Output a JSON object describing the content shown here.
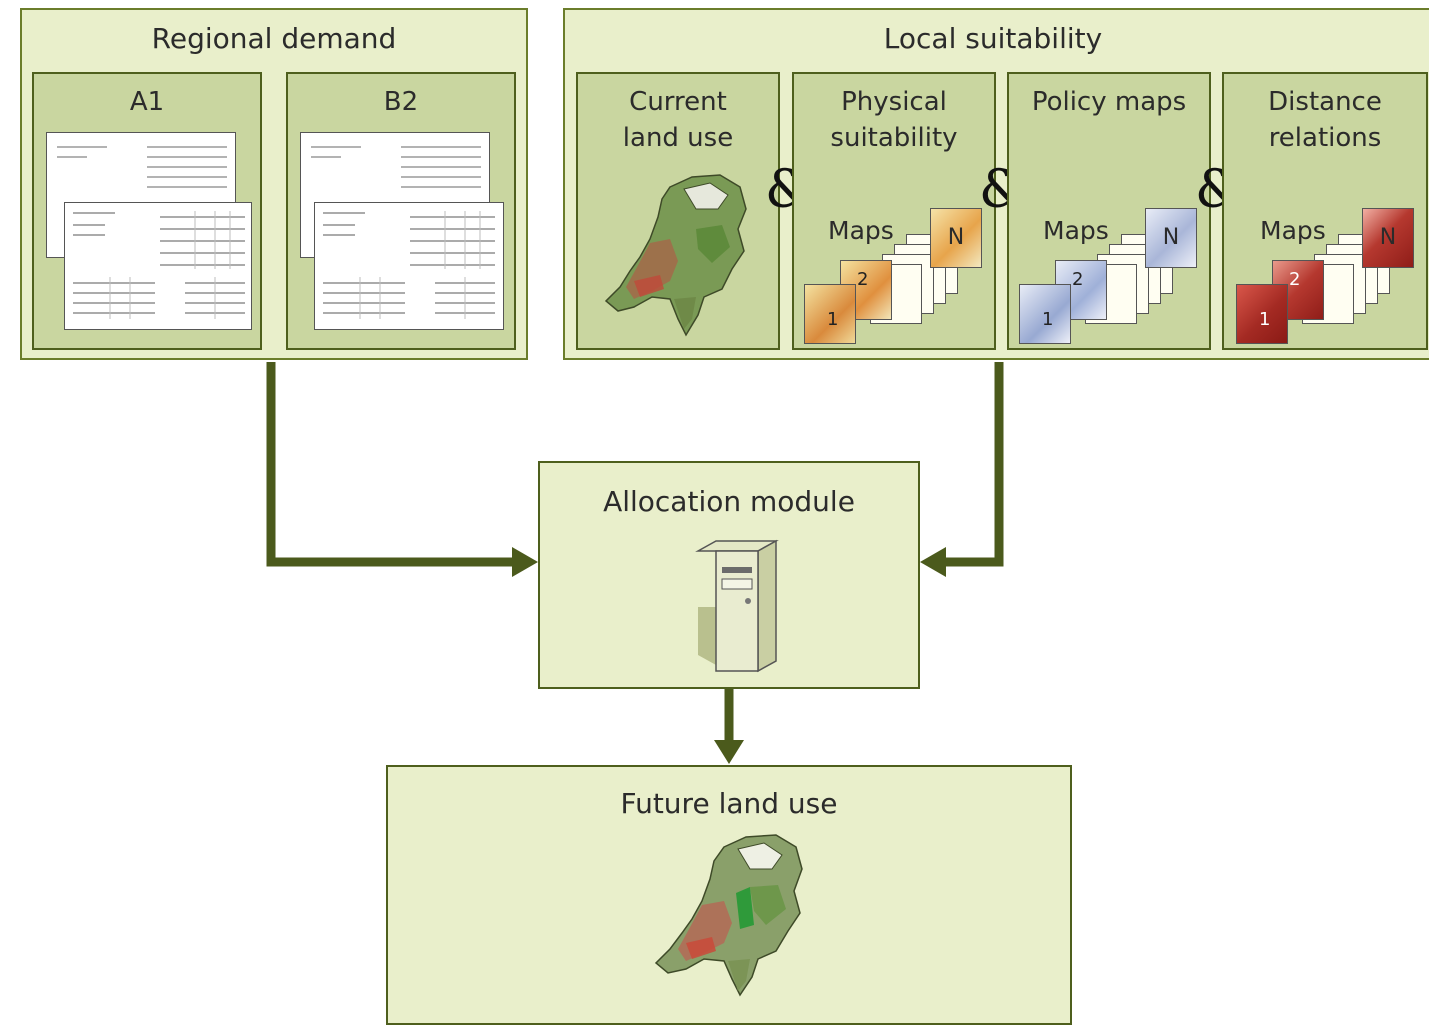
{
  "regional_demand": {
    "title": "Regional demand",
    "scenarios": [
      {
        "label": "A1"
      },
      {
        "label": "B2"
      }
    ]
  },
  "local_suitability": {
    "title": "Local suitability",
    "current_land_use": "Current land use",
    "physical_suitability": "Physical suitability",
    "policy_maps": "Policy maps",
    "distance_relations": "Distance relations",
    "ampersand": "&",
    "maps_label": "Maps",
    "map_first": "1",
    "map_second": "2",
    "map_last": "N"
  },
  "allocation": {
    "title": "Allocation module"
  },
  "future": {
    "title": "Future land use"
  },
  "colors": {
    "box_fill": "#e9efcb",
    "inner_fill": "#c9d6a0",
    "arrow": "#4b5a1c",
    "map_green": "#7a9a55",
    "map_red": "#b5382f"
  }
}
